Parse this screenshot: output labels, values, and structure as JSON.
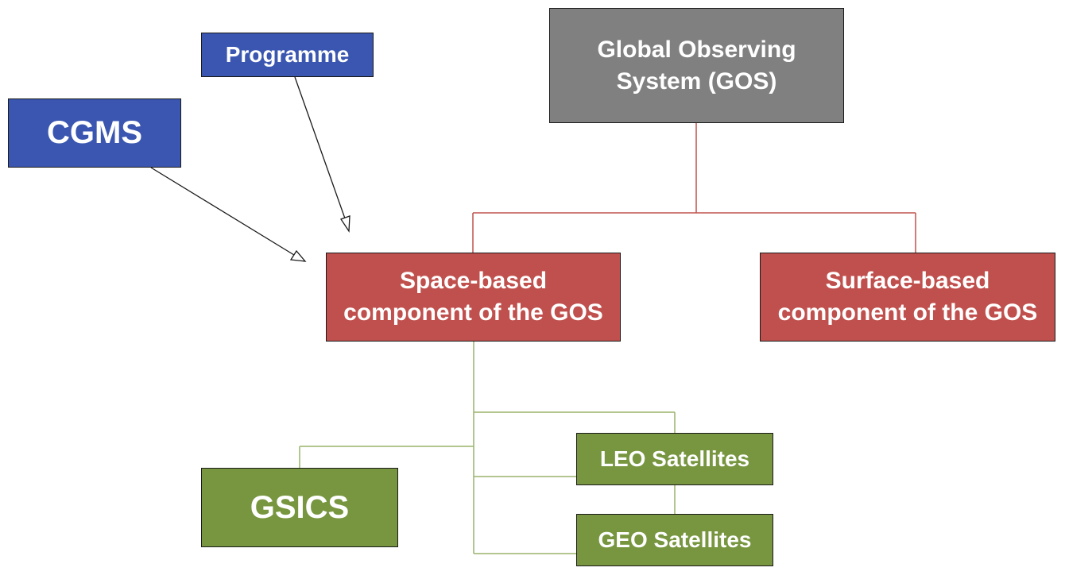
{
  "diagram": {
    "nodes": {
      "programme": {
        "label": "Programme",
        "color": "#3a56b0"
      },
      "cgms": {
        "label": "CGMS",
        "color": "#3a56b0"
      },
      "gos": {
        "line1": "Global Observing",
        "line2": "System (GOS)",
        "color": "#808080"
      },
      "space_based": {
        "line1": "Space-based",
        "line2": "component of the GOS",
        "color": "#c0504d"
      },
      "surface_based": {
        "line1": "Surface-based",
        "line2": "component of the GOS",
        "color": "#c0504d"
      },
      "gsics": {
        "label": "GSICS",
        "color": "#77963f"
      },
      "leo": {
        "label": "LEO Satellites",
        "color": "#77963f"
      },
      "geo": {
        "label": "GEO Satellites",
        "color": "#77963f"
      }
    },
    "edges": [
      {
        "from": "gos",
        "to": "space_based",
        "type": "hierarchy",
        "color": "#c0504d"
      },
      {
        "from": "gos",
        "to": "surface_based",
        "type": "hierarchy",
        "color": "#c0504d"
      },
      {
        "from": "space_based",
        "to": "gsics",
        "type": "hierarchy",
        "color": "#77963f"
      },
      {
        "from": "space_based",
        "to": "leo",
        "type": "hierarchy",
        "color": "#77963f"
      },
      {
        "from": "space_based",
        "to": "geo",
        "type": "hierarchy",
        "color": "#77963f"
      },
      {
        "from": "cgms",
        "to": "space_based",
        "type": "arrow",
        "color": "#1a1a1a"
      },
      {
        "from": "programme",
        "to": "space_based",
        "type": "arrow",
        "color": "#1a1a1a"
      }
    ]
  }
}
